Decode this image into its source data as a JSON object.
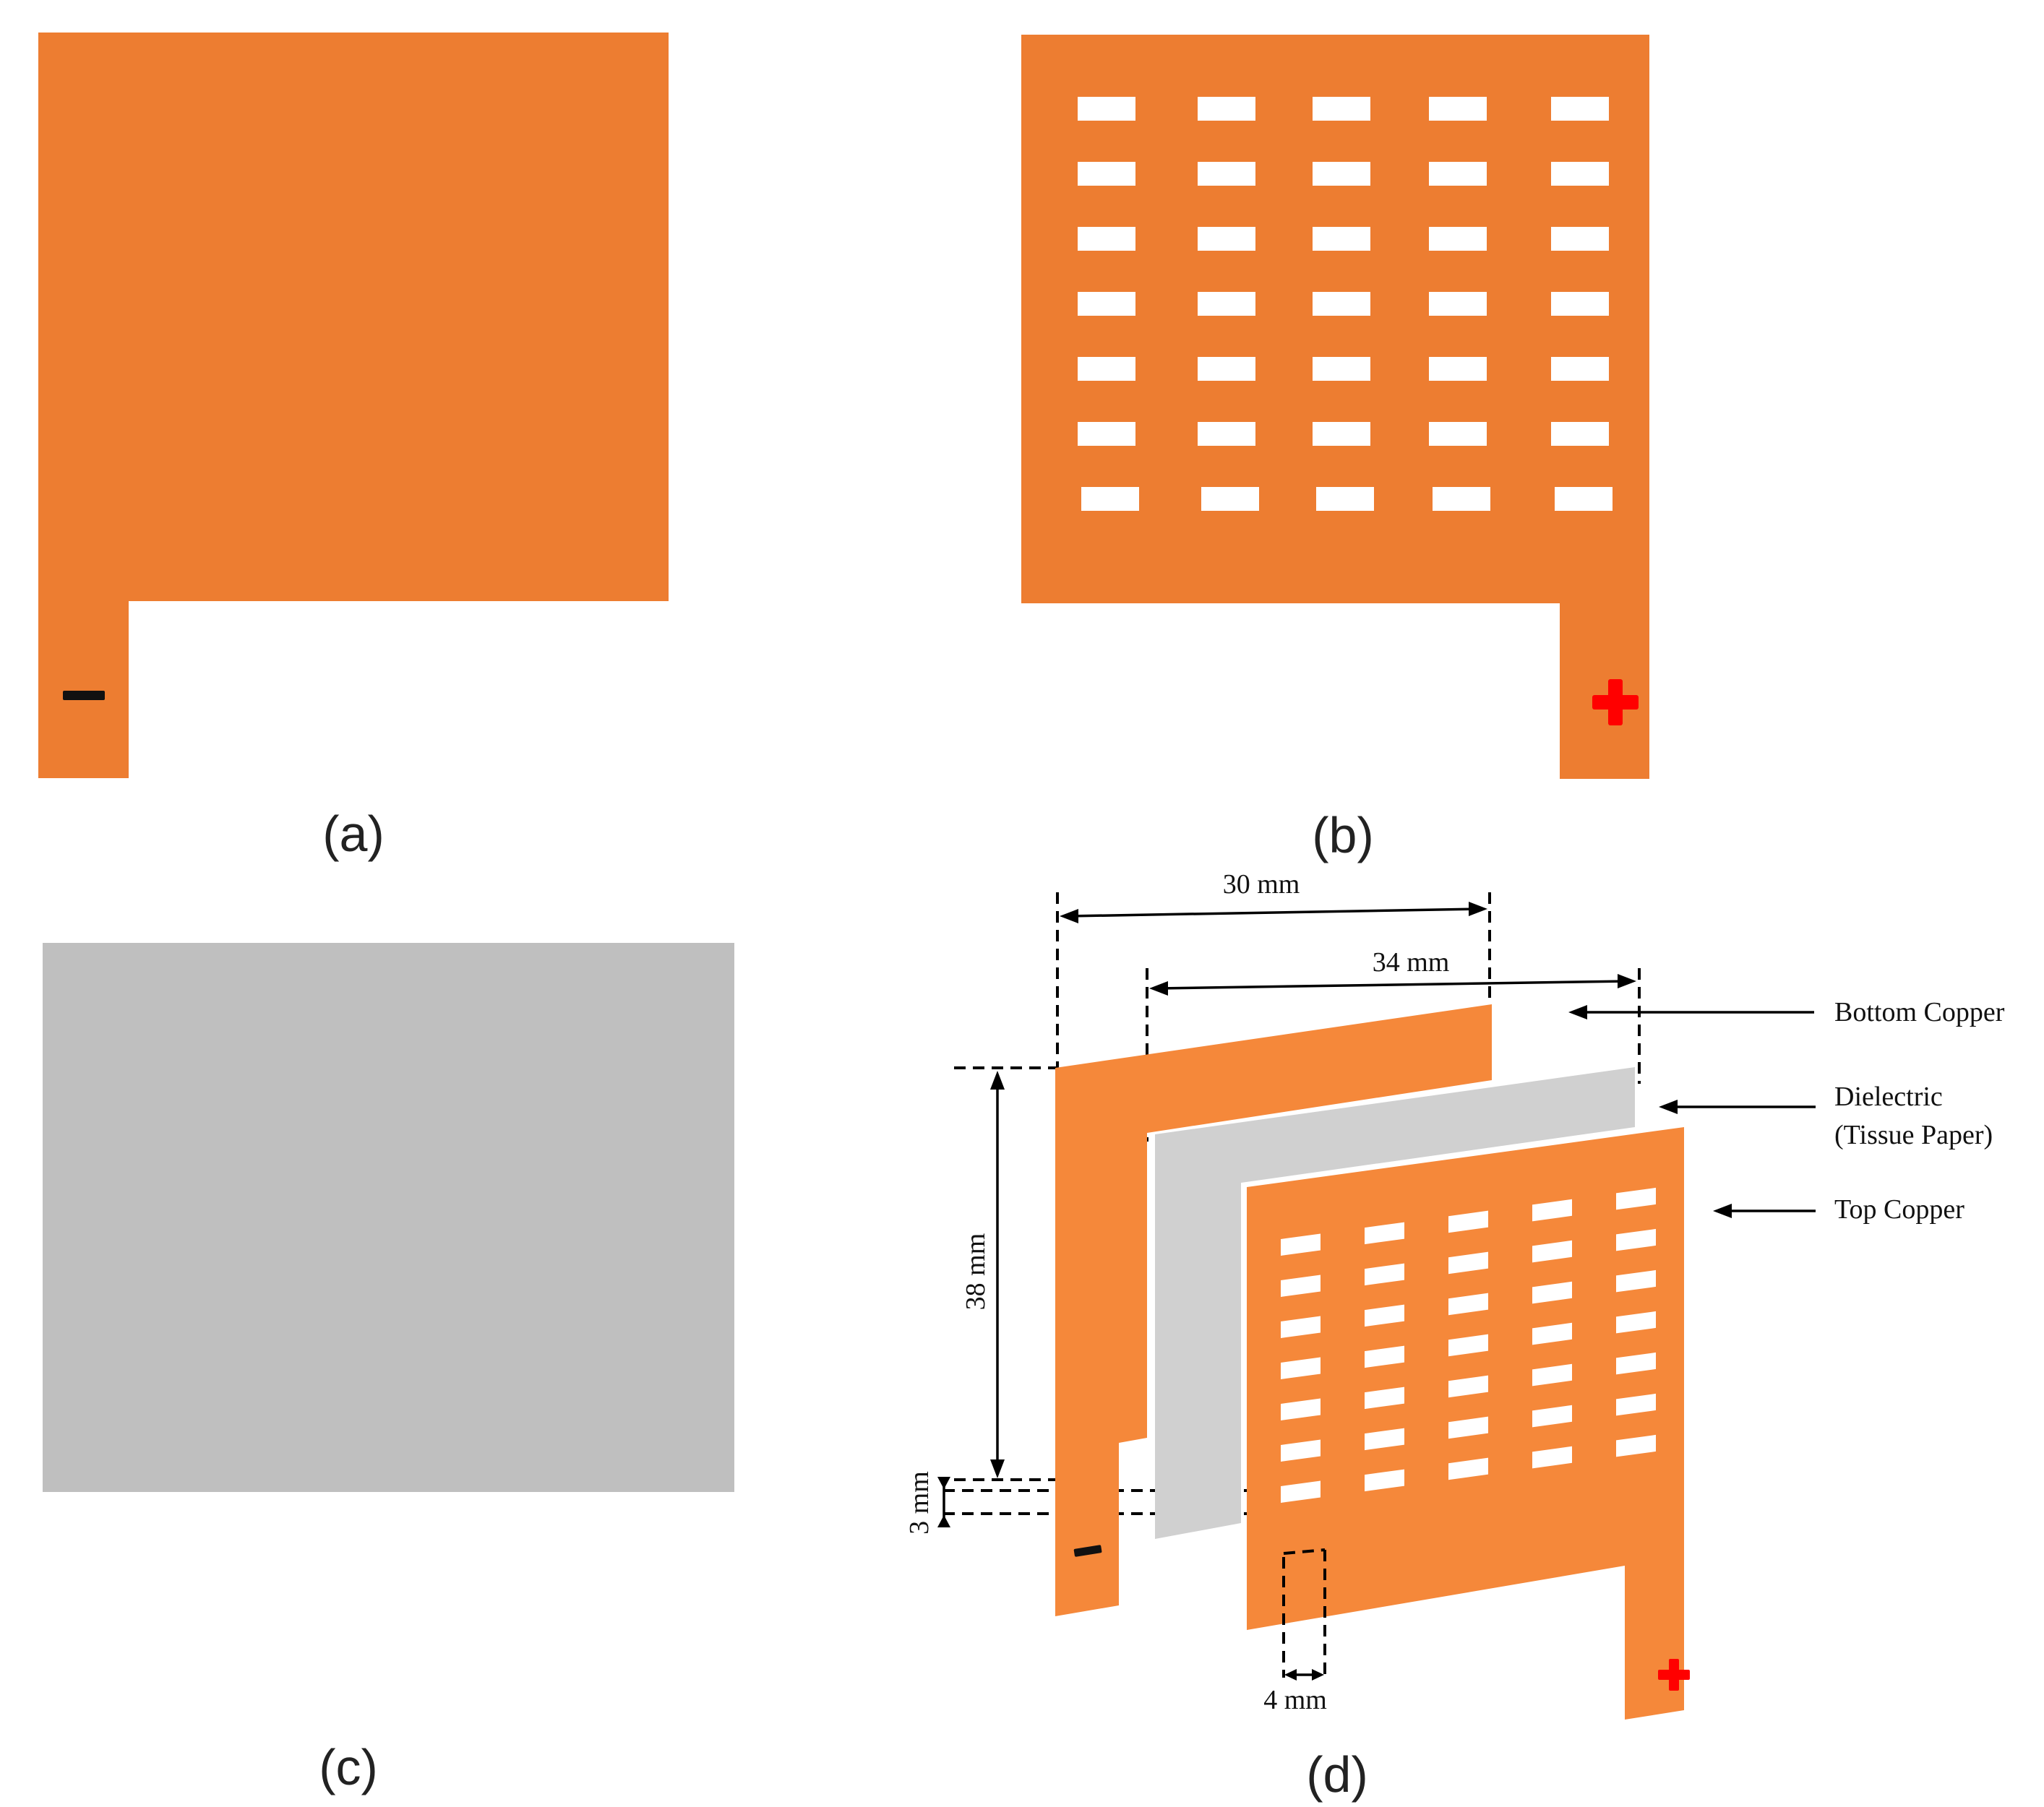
{
  "panels": {
    "a": {
      "label": "(a)"
    },
    "b": {
      "label": "(b)"
    },
    "c": {
      "label": "(c)"
    },
    "d": {
      "label": "(d)"
    }
  },
  "slots": {
    "columns": 5,
    "rows": 7
  },
  "dimensions": {
    "width_bottom": "30 mm",
    "width_dielectric": "34 mm",
    "height": "38 mm",
    "tab_gap": "3 mm",
    "slot_width": "4 mm"
  },
  "layers": {
    "bottom": "Bottom Copper",
    "dielectric_line1": "Dielectric",
    "dielectric_line2": "(Tissue Paper)",
    "top": "Top Copper"
  },
  "terminals": {
    "negative": "−",
    "positive": "+"
  },
  "colors": {
    "copper_flat": "#ED7D31",
    "copper_3d": "#F5883A",
    "dielectric": "#BFBFBF",
    "dielectric_3d": "#D0D0D0",
    "negative": "#111111",
    "positive": "#FF0000"
  }
}
